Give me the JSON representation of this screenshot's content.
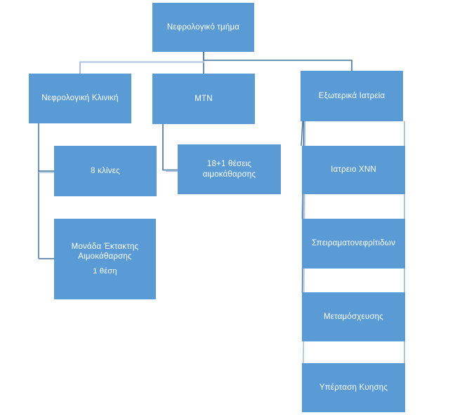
{
  "diagram": {
    "colors": {
      "background": "#ffffff",
      "box_fill": "#5b9bd5",
      "text_color": "#fdfeff",
      "connector_dark": "#41719c",
      "connector_light": "#a9c1dc",
      "connector_medium": "#7092b8",
      "connector_faint": "#86a8c8"
    },
    "nodes": {
      "root": {
        "label": "Νεφρολογικό τμήμα"
      },
      "clinic": {
        "label": "Νεφρολογική Κλινική"
      },
      "mtn": {
        "label": "ΜΤΝ"
      },
      "outpatient": {
        "label": "Εξωτερικά Ιατρεία"
      },
      "beds": {
        "label": "8 κλίνες"
      },
      "emergency_unit": {
        "label": "Μονάδα Έκτακτης Αιμοκάθαρσης",
        "sub": "1 θέση"
      },
      "dialysis_stations": {
        "label": "18+1 θέσεις αιμοκάθαρσης"
      },
      "xnn_office": {
        "label": "Ιατρειο ΧΝΝ"
      },
      "glomerulonephritis": {
        "label": "Σπειραματονεφρίτιδων"
      },
      "transplant": {
        "label": "Μεταμόσχευσης"
      },
      "pregnancy_hypertension": {
        "label": "Υπέρταση Κυησης"
      }
    }
  }
}
